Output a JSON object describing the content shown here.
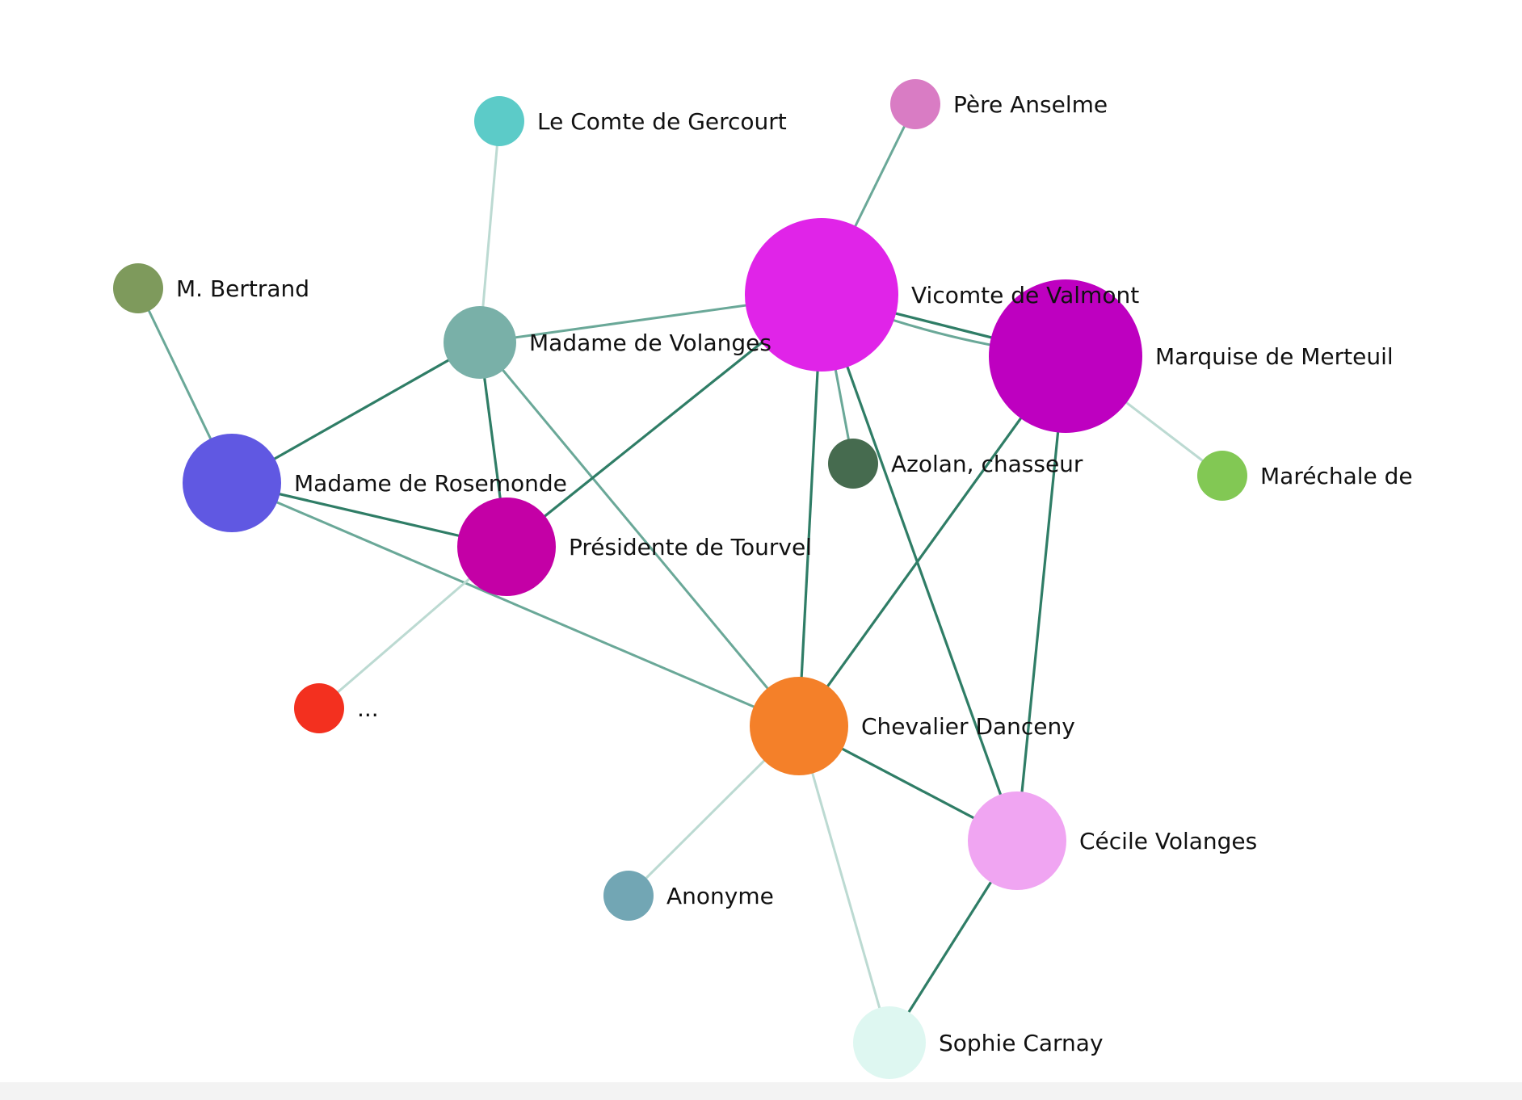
{
  "graph": {
    "nodes": [
      {
        "id": "gercourt",
        "label": "Le Comte de Gercourt",
        "color": "#5ccbc8",
        "size": "small"
      },
      {
        "id": "anselme",
        "label": "Père Anselme",
        "color": "#d97cc4",
        "size": "small"
      },
      {
        "id": "bertrand",
        "label": "M. Bertrand",
        "color": "#7e9a5c",
        "size": "small"
      },
      {
        "id": "volanges_m",
        "label": "Madame de Volanges",
        "color": "#79b0a8",
        "size": "medium"
      },
      {
        "id": "valmont",
        "label": "Vicomte de Valmont",
        "color": "#e024e8",
        "size": "xlarge"
      },
      {
        "id": "merteuil",
        "label": "Marquise de Merteuil",
        "color": "#be00c0",
        "size": "xlarge"
      },
      {
        "id": "rosemonde",
        "label": "Madame de Rosemonde",
        "color": "#6058e2",
        "size": "large"
      },
      {
        "id": "azolan",
        "label": "Azolan, chasseur",
        "color": "#466b4f",
        "size": "small"
      },
      {
        "id": "marechale",
        "label": "Maréchale de",
        "color": "#82c854",
        "size": "small"
      },
      {
        "id": "tourvel",
        "label": "Présidente de Tourvel",
        "color": "#c400a6",
        "size": "large"
      },
      {
        "id": "ellipsis",
        "label": "...",
        "color": "#f3301f",
        "size": "small"
      },
      {
        "id": "danceny",
        "label": "Chevalier Danceny",
        "color": "#f48029",
        "size": "large"
      },
      {
        "id": "cecile",
        "label": "Cécile Volanges",
        "color": "#f0a5f2",
        "size": "large"
      },
      {
        "id": "anonyme",
        "label": "Anonyme",
        "color": "#72a6b4",
        "size": "small"
      },
      {
        "id": "sophie",
        "label": "Sophie Carnay",
        "color": "#def7f1",
        "size": "medium"
      }
    ],
    "edges": [
      {
        "source": "gercourt",
        "target": "volanges_m",
        "strength": "weak"
      },
      {
        "source": "anselme",
        "target": "valmont",
        "strength": "medium"
      },
      {
        "source": "bertrand",
        "target": "rosemonde",
        "strength": "medium"
      },
      {
        "source": "volanges_m",
        "target": "rosemonde",
        "strength": "strong"
      },
      {
        "source": "volanges_m",
        "target": "tourvel",
        "strength": "strong"
      },
      {
        "source": "volanges_m",
        "target": "valmont",
        "strength": "medium"
      },
      {
        "source": "volanges_m",
        "target": "danceny",
        "strength": "medium"
      },
      {
        "source": "valmont",
        "target": "merteuil",
        "strength": "strong"
      },
      {
        "source": "valmont",
        "target": "merteuil",
        "strength": "medium",
        "curve": true
      },
      {
        "source": "valmont",
        "target": "tourvel",
        "strength": "strong"
      },
      {
        "source": "valmont",
        "target": "azolan",
        "strength": "medium"
      },
      {
        "source": "valmont",
        "target": "danceny",
        "strength": "strong"
      },
      {
        "source": "valmont",
        "target": "cecile",
        "strength": "strong"
      },
      {
        "source": "merteuil",
        "target": "marechale",
        "strength": "weak"
      },
      {
        "source": "merteuil",
        "target": "danceny",
        "strength": "strong"
      },
      {
        "source": "merteuil",
        "target": "cecile",
        "strength": "strong"
      },
      {
        "source": "rosemonde",
        "target": "tourvel",
        "strength": "strong"
      },
      {
        "source": "rosemonde",
        "target": "danceny",
        "strength": "medium"
      },
      {
        "source": "tourvel",
        "target": "ellipsis",
        "strength": "weak"
      },
      {
        "source": "danceny",
        "target": "cecile",
        "strength": "strong"
      },
      {
        "source": "danceny",
        "target": "anonyme",
        "strength": "weak"
      },
      {
        "source": "danceny",
        "target": "sophie",
        "strength": "weak"
      },
      {
        "source": "cecile",
        "target": "sophie",
        "strength": "strong"
      }
    ]
  }
}
